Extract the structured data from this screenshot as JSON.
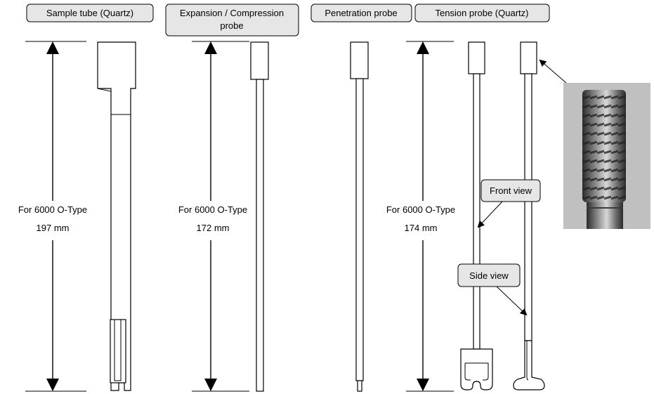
{
  "headers": {
    "sample_tube": "Sample tube (Quartz)",
    "expansion_line1": "Expansion / Compression",
    "expansion_line2": "probe",
    "penetration": "Penetration probe",
    "tension": "Tension probe (Quartz)"
  },
  "dimensions": {
    "sample_tube": {
      "type": "For 6000 O-Type",
      "length": "197 mm"
    },
    "expansion": {
      "type": "For 6000 O-Type",
      "length": "172 mm"
    },
    "tension": {
      "type": "For 6000 O-Type",
      "length": "174 mm"
    }
  },
  "callouts": {
    "front_view": "Front view",
    "side_view": "Side view"
  }
}
